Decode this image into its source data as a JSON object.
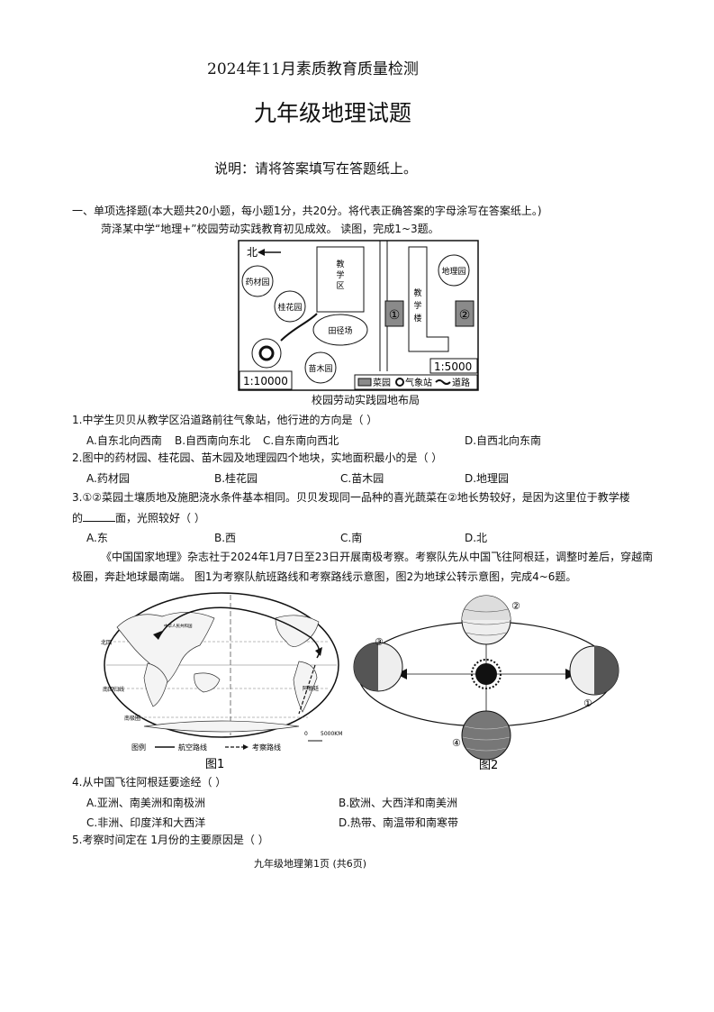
{
  "header": {
    "supertitle": "2024年11月素质教育质量检测",
    "title": "九年级地理试题",
    "note": "说明：请将答案填写在答题纸上。"
  },
  "section1": {
    "heading": "一、单项选择题(本大题共20小题，每小题1分，共20分。将代表正确答案的字母涂写在答案纸上。)",
    "intro": "菏泽某中学“地理+”校园劳动实践教育初见成效。 读图，完成1~3题。"
  },
  "map1": {
    "north": "北",
    "labels": {
      "yaocai": "药材园",
      "guihua": "桂花园",
      "jiaoxue_qu": [
        "教",
        "学",
        "区"
      ],
      "tianjing": "田径场",
      "miaomu": "苗木园",
      "dili": "地理园",
      "jiaoxue_lou": [
        "教",
        "学",
        "楼"
      ],
      "plot1": "①",
      "plot2": "②"
    },
    "scale_left": "1:10000",
    "scale_right": "1:5000",
    "legend": {
      "veg": "菜园",
      "station": "气象站",
      "road": "道路"
    },
    "caption": "校园劳动实践园地布局"
  },
  "q1": {
    "stem": "1.中学生贝贝从教学区沿道路前往气象站，他行进的方向是（ ）",
    "a": "A.自东北向西南",
    "b": "B.自西南向东北",
    "c": "C.自东南向西北",
    "d": "D.自西北向东南"
  },
  "q2": {
    "stem": "2.图中的药材园、桂花园、苗木园及地理园四个地块，实地面积最小的是（ ）",
    "a": "A.药材园",
    "b": "B.桂花园",
    "c": "C.苗木园",
    "d": "D.地理园"
  },
  "q3": {
    "stem1": "3.①②菜园土壤质地及施肥浇水条件基本相同。贝贝发现同一品种的喜光蔬菜在②地长势较好，是因为这里位于教学楼",
    "stem2a": "的",
    "stem2b": "面，光照较好（ ）",
    "a": "A.东",
    "b": "B.西",
    "c": "C.南",
    "d": "D.北"
  },
  "passage2": {
    "line1": "《中国国家地理》杂志社于2024年1月7日至23日开展南极考察。考察队先从中国飞往阿根廷，调整时差后，穿越南",
    "line2": "极圈，奔赴地球最南端。 图1为考察队航班路线和考察路线示意图，图2为地球公转示意图，完成4~6题。"
  },
  "fig1": {
    "legend_label": "图例",
    "air_route": "航空路线",
    "survey_route": "考察路线",
    "scale": "5000KM",
    "scale_zero": "0",
    "caption": "图1",
    "map_texts": {
      "tropic_n": "北回",
      "tropic_s": "南回归线",
      "antarctic": "南极圈",
      "argentina": "阿根廷",
      "china": "中华人民共和国"
    }
  },
  "fig2": {
    "caption": "图2",
    "positions": [
      "①",
      "②",
      "③",
      "④"
    ]
  },
  "q4": {
    "stem": "4.从中国飞往阿根廷要途经（ ）",
    "a": "A.亚洲、南美洲和南极洲",
    "b": "B.欧洲、大西洋和南美洲",
    "c": "C.非洲、印度洋和大西洋",
    "d": "D.热带、南温带和南寒带"
  },
  "q5": {
    "stem": "5.考察时间定在 1月份的主要原因是（ ）"
  },
  "footer": {
    "page": "九年级地理第1页  (共6页)"
  }
}
